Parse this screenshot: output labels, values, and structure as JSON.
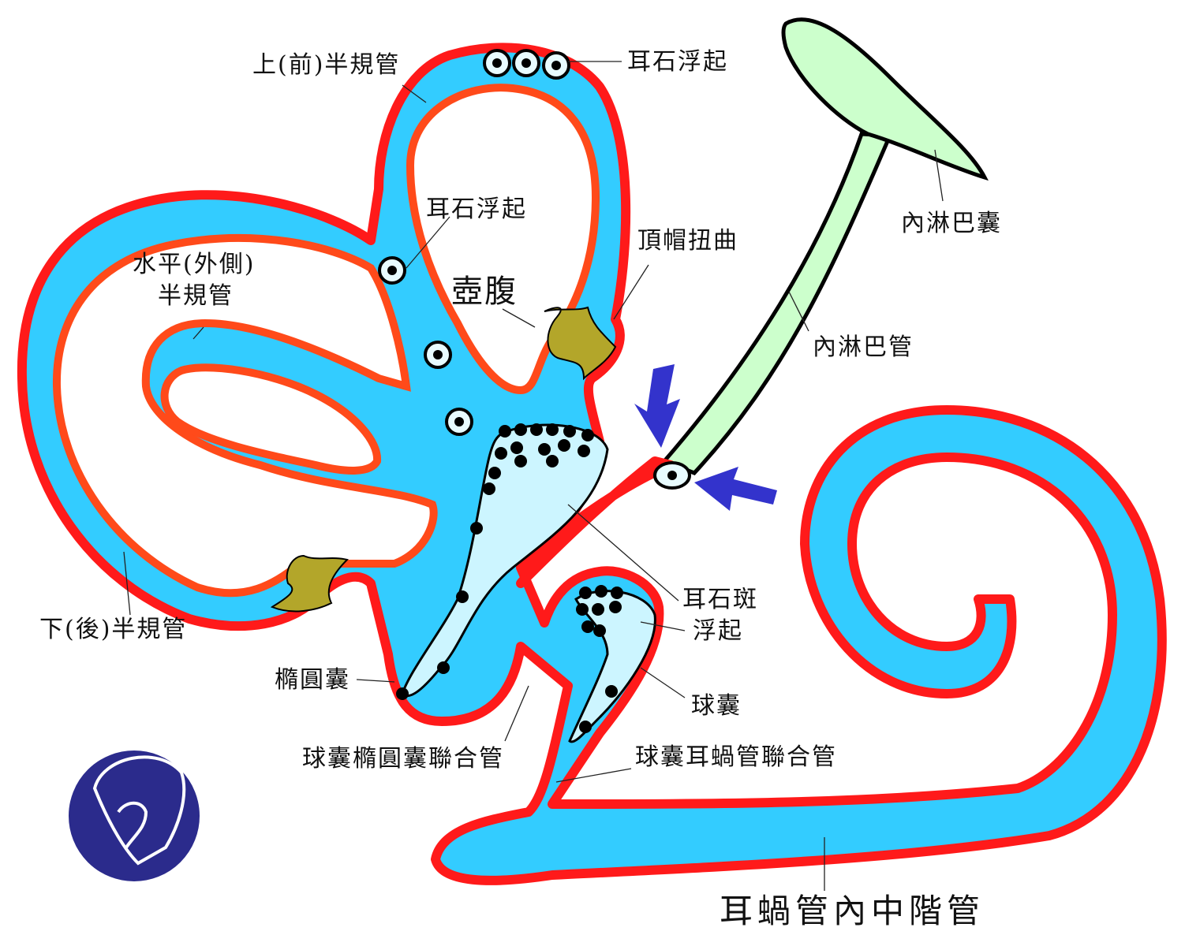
{
  "labels": {
    "superior_canal": "上(前)半規管",
    "otoconia_top": "耳石浮起",
    "endolymphatic_sac": "內淋巴囊",
    "otoconia_mid": "耳石浮起",
    "cupula_deflection": "頂帽扭曲",
    "horizontal_canal_l1": "水平(外側)",
    "horizontal_canal_l2": "半規管",
    "ampulla": "壺腹",
    "endolymphatic_duct": "內淋巴管",
    "otolith_macula": "耳石斑",
    "floating": "浮起",
    "posterior_canal": "下(後)半規管",
    "utricle": "橢圓囊",
    "saccule": "球囊",
    "utriculosaccular_duct": "球囊橢圓囊聯合管",
    "ductus_reuniens": "球囊耳蝸管聯合管",
    "cochlear_duct": "耳蝸管內中階管"
  },
  "colors": {
    "endolymph_fill": "#33ccff",
    "membrane_outline": "#ff1a1a",
    "inner_wall": "#ff4a1a",
    "endolymphatic_system": "#ccffcc",
    "macula_fill": "#ccf5ff",
    "cupula": "#b3a62a",
    "arrow": "#3333cc",
    "logo_bg": "#2b2b8c"
  },
  "icons": [
    "otoconia-icon",
    "cupula-icon",
    "pressure-arrow-icon",
    "logo-icon"
  ]
}
